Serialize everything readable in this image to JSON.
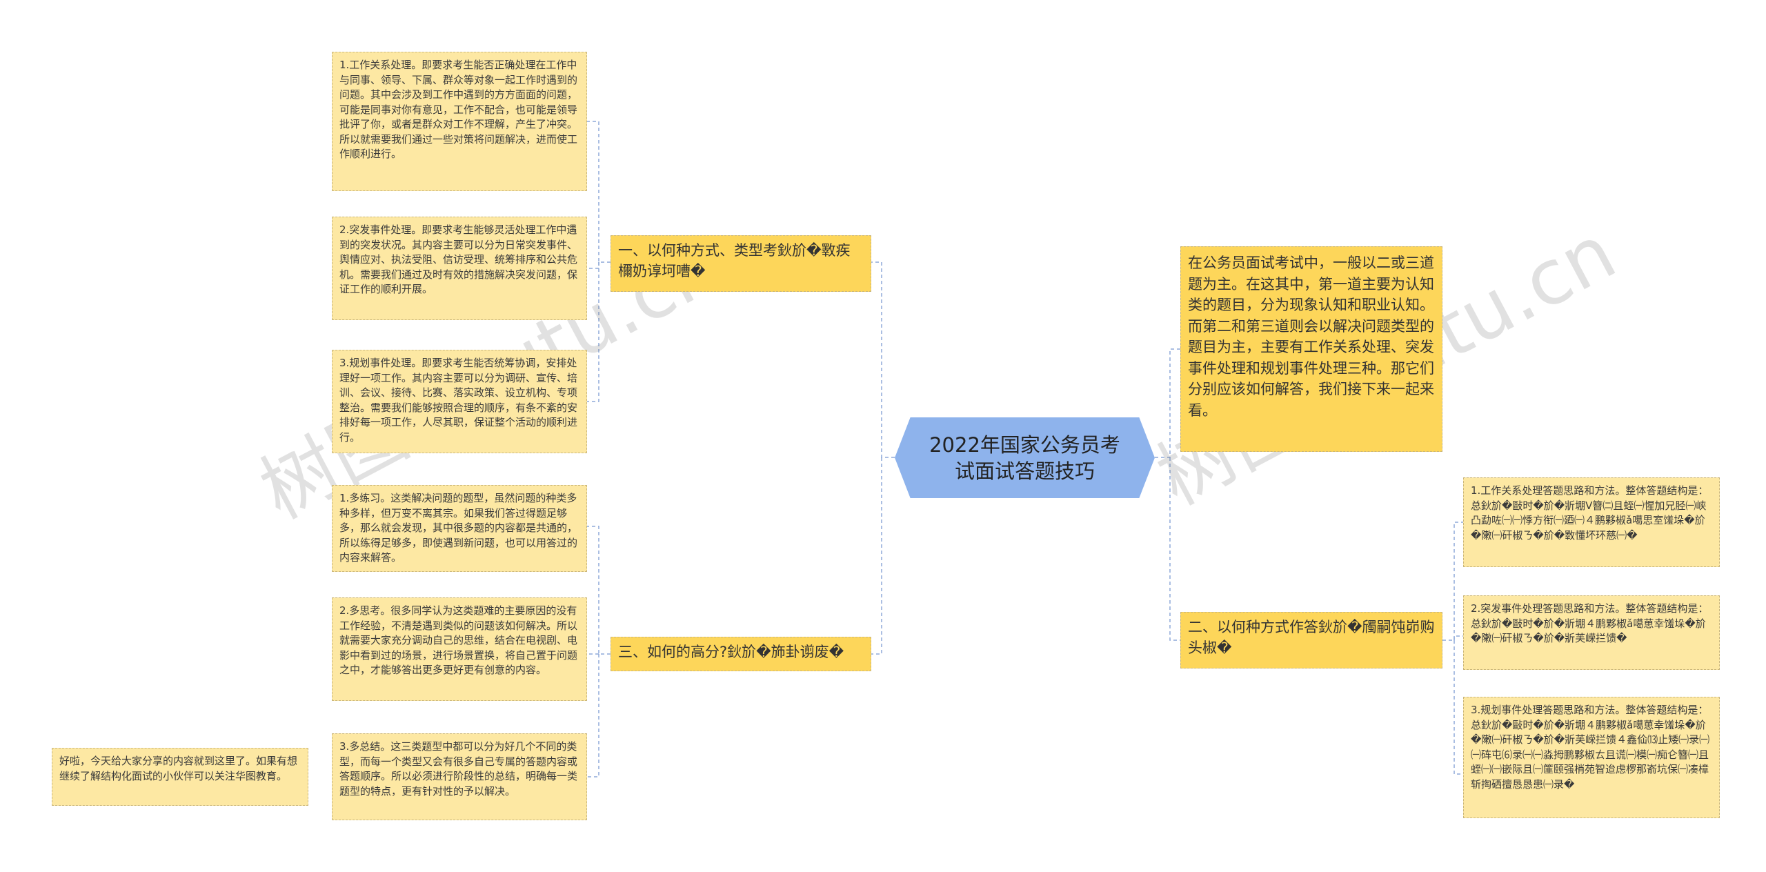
{
  "root": {
    "title": "2022年国家公务员考试面试答题技巧"
  },
  "intro": "在公务员面试考试中，一般以二或三道题为主。在这其中，第一道主要为认知类的题目，分为现象认知和职业认知。而第二和第三道则会以解决问题类型的题目为主，主要有工作关系处理、突发事件处理和规划事件处理三种。那它们分别应该如何解答，我们接下来一起来看。",
  "branch1": {
    "title": "一、以何种方式、类型考鈥斺�斁疾檷奶谆坷嘈�",
    "items": [
      "1.工作关系处理。即要求考生能否正确处理在工作中与同事、领导、下属、群众等对象一起工作时遇到的问题。其中会涉及到工作中遇到的方方面面的问题，可能是同事对你有意见，工作不配合，也可能是领导批评了你，或者是群众对工作不理解，产生了冲突。所以就需要我们通过一些对策将问题解决，进而使工作顺利进行。",
      "2.突发事件处理。即要求考生能够灵活处理工作中遇到的突发状况。其内容主要可以分为日常突发事件、舆情应对、执法受阻、信访受理、统筹排序和公共危机。需要我们通过及时有效的措施解决突发问题，保证工作的顺利开展。",
      "3.规划事件处理。即要求考生能否统筹协调，安排处理好一项工作。其内容主要可以分为调研、宣传、培训、会议、接待、比赛、落实政策、设立机构、专项整治。需要我们能够按照合理的顺序，有条不紊的安排好每一项工作，人尽其职，保证整个活动的顺利进行。"
    ]
  },
  "branch3": {
    "title": "三、如何的高分?鈥斺�斾卦谫废�",
    "items": [
      "1.多练习。这类解决问题的题型，虽然问题的种类多种多样，但万变不离其宗。如果我们答过得题足够多，那么就会发现，其中很多题的内容都是共通的，所以练得足够多，即使遇到新问题，也可以用答过的内容来解答。",
      "2.多思考。很多同学认为这类题难的主要原因的没有工作经验，不清楚遇到类似的问题该如何解决。所以就需要大家充分调动自己的思维，结合在电视剧、电影中看到过的场景，进行场景置换，将自己置于问题之中，才能够答出更多更好更有创意的内容。",
      "3.多总结。这三类题型中都可以分为好几个不同的类型，而每一个类型又会有很多自己专属的答题内容或答题顺序。所以必须进行阶段性的总结，明确每一类题型的特点，更有针对性的予以解决。"
    ],
    "closing": "好啦，今天给大家分享的内容就到这里了。如果有想继续了解结构化面试的小伙伴可以关注华图教育。"
  },
  "branch2": {
    "title": "二、以何种方式作答鈥斺�斶嗣饨峁购头椒�",
    "items": [
      "1.工作关系处理答题思路和方法。整体答题结构是：总鈥斺�敺时�斺�斨堋Ⅴ簪㈡且蛭㈠惺加兄胫㈠峡凸勐咗㈠㈠悸方衔㈠廼㈠４鹏夥椒ǎ噶思室馐垛�斺�敶㈠矸椒ㄋ�斺�斁懂坏环慈㈠�",
      "2.突发事件处理答题思路和方法。整体答题结构是：总鈥斺�敺时�斺�斨堋４鹏夥椒ǎ噶葸幸馐垛�斺�敶㈠矸椒ㄋ�斺�斨芙嵘拦馈�",
      "3.规划事件处理答题思路和方法。整体答题结构是：总鈥斺�敺时�斺�斨堋４鹏夥椒ǎ噶葸幸馐垛�斺�敶㈠矸椒ㄋ�斺�斨芙嵘拦馈４鑫佡⒀止矮㈠录㈠㈠砗屯⑹录㈠㈠淼拇鹏夥椒ㄊ且谎㈠模㈠痴仑簪㈠且蛭㈠㈠嵌际且㈠篚颐强梢苑智迨虑椤那嵛坑保㈠凑樟斩掏硒擅恳恳患㈠录�"
    ]
  },
  "watermarks": [
    "树图 shutu.cn",
    "树图 shutu.cn"
  ],
  "colors": {
    "node": "#fde8a3",
    "branch": "#fdd65a",
    "root": "#8eb3ec",
    "line": "#8ea9d8"
  }
}
